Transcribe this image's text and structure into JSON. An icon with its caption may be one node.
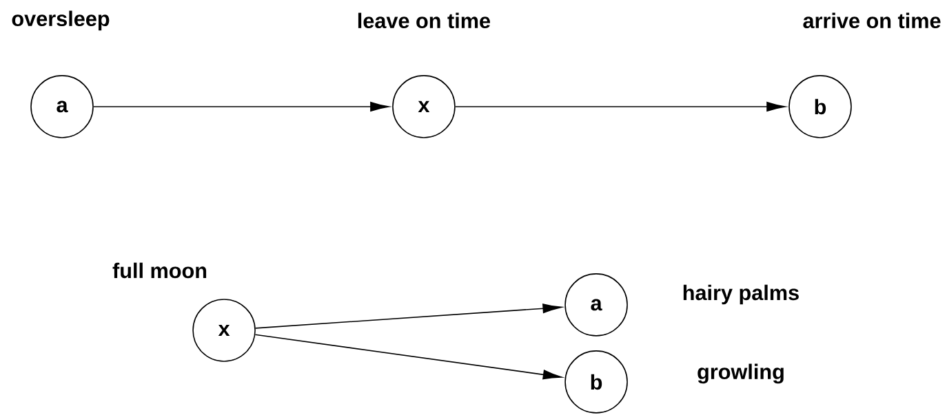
{
  "diagram": {
    "nodes": [
      {
        "text": [
          "a"
        ],
        "beside": [
          "oversleep"
        ]
      },
      {
        "text": [
          "x"
        ],
        "beside": [
          "leave on time"
        ]
      },
      {
        "text": [
          "b"
        ],
        "beside": [
          "arrive on time"
        ]
      },
      {
        "text": [
          "x"
        ],
        "beside": [
          "full moon"
        ]
      },
      {
        "text": [
          "a"
        ],
        "beside": [
          "hairy palms"
        ]
      },
      {
        "text": [
          "b"
        ],
        "beside": [
          "growling"
        ]
      }
    ],
    "edges": [
      {
        "from": 0,
        "to": 1,
        "arrow": "to"
      },
      {
        "from": 1,
        "to": 2,
        "arrow": "to"
      },
      {
        "from": 3,
        "to": 4,
        "arrow": "to"
      },
      {
        "from": 3,
        "to": 5,
        "arrow": "to"
      }
    ]
  }
}
